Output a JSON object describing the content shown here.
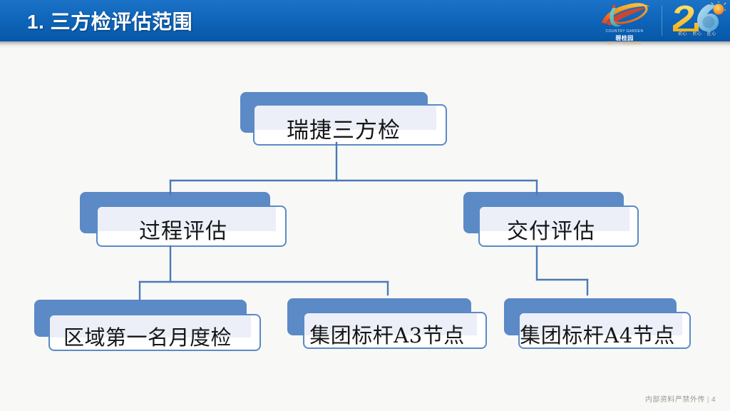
{
  "header": {
    "title": "1. 三方检评估范围",
    "bg_gradient_top": "#1b72c6",
    "bg_gradient_bottom": "#0757a8",
    "logos": [
      {
        "name": "country-garden-logo",
        "caption_en": "COUNTRY GARDEN",
        "caption_cn": "碧桂园",
        "tagline": "给您一个五星级的家"
      },
      {
        "name": "anniversary-26-logo",
        "number": "26",
        "tagline": "初心 · 民心 · 匠心"
      }
    ]
  },
  "diagram": {
    "type": "org-chart",
    "accent_color": "#5b8ac6",
    "node_fill": "#ffffff",
    "node_text_band": "#eceff8",
    "nodes": [
      {
        "id": "root",
        "label": "瑞捷三方检",
        "level": 1
      },
      {
        "id": "process",
        "label": "过程评估",
        "level": 2,
        "parent": "root"
      },
      {
        "id": "delivery",
        "label": "交付评估",
        "level": 2,
        "parent": "root"
      },
      {
        "id": "monthly",
        "label": "区域第一名月度检",
        "level": 3,
        "parent": "process"
      },
      {
        "id": "a3",
        "label": "集团标杆A3节点",
        "level": 3,
        "parent": "process"
      },
      {
        "id": "a4",
        "label": "集团标杆A4节点",
        "level": 3,
        "parent": "delivery"
      }
    ]
  },
  "footer": {
    "confidential": "内部资料严禁外传",
    "separator": "|",
    "page_number": "4"
  }
}
